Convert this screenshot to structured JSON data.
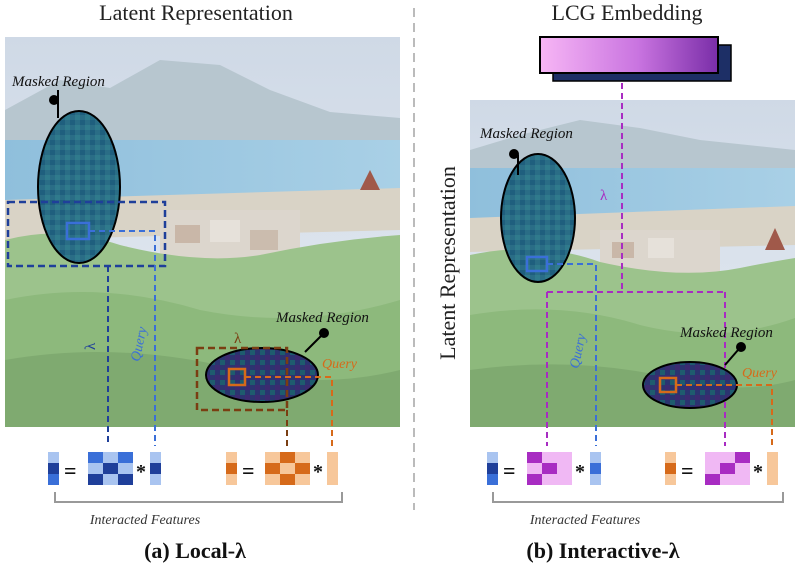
{
  "left_panel": {
    "title": "Latent Representation",
    "masked_region_top": "Masked Region",
    "masked_region_bottom": "Masked Region",
    "lambda": "λ",
    "query_blue": "Query",
    "query_orange": "Query",
    "interacted_features": "Interacted Features",
    "subtitle": "(a) Local-λ"
  },
  "right_panel": {
    "top_title": "LCG Embedding",
    "side_title": "Latent Representation",
    "masked_region_top": "Masked Region",
    "masked_region_bottom": "Masked Region",
    "lambda": "λ",
    "query_blue": "Query",
    "query_orange": "Query",
    "interacted_features": "Interacted Features",
    "subtitle": "(b) Interactive-λ"
  },
  "symbols": {
    "equals": "=",
    "times": "*"
  },
  "colors": {
    "blue_dark": "#1f3f9a",
    "blue_mid": "#3a6fd8",
    "blue_light": "#a9c4f0",
    "orange_dark": "#d66a1a",
    "orange_light": "#f7c79a",
    "magenta_dark": "#a82cc2",
    "magenta_light": "#f0b8f4",
    "brown_dashed": "#7a3e12"
  }
}
